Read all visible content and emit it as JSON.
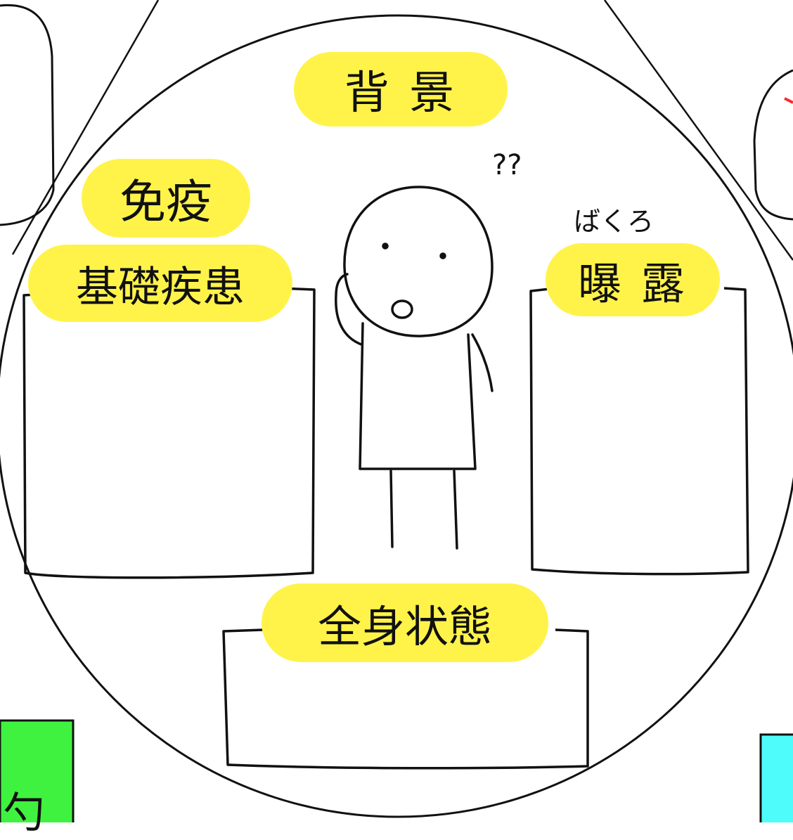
{
  "labels": {
    "background": "背 景",
    "immunity": "免疫",
    "underlying_disease": "基礎疾患",
    "exposure_reading": "ばくろ",
    "exposure": "曝 露",
    "general_condition": "全身状態",
    "question_marks": "??"
  },
  "edge_fragments": {
    "bottom_left_char": "勺"
  },
  "colors": {
    "highlight": "#fff34a",
    "line": "#111111",
    "green_card": "#3ff23f",
    "cyan_card": "#4ffcfc",
    "red_mark": "#ff2a2a"
  }
}
